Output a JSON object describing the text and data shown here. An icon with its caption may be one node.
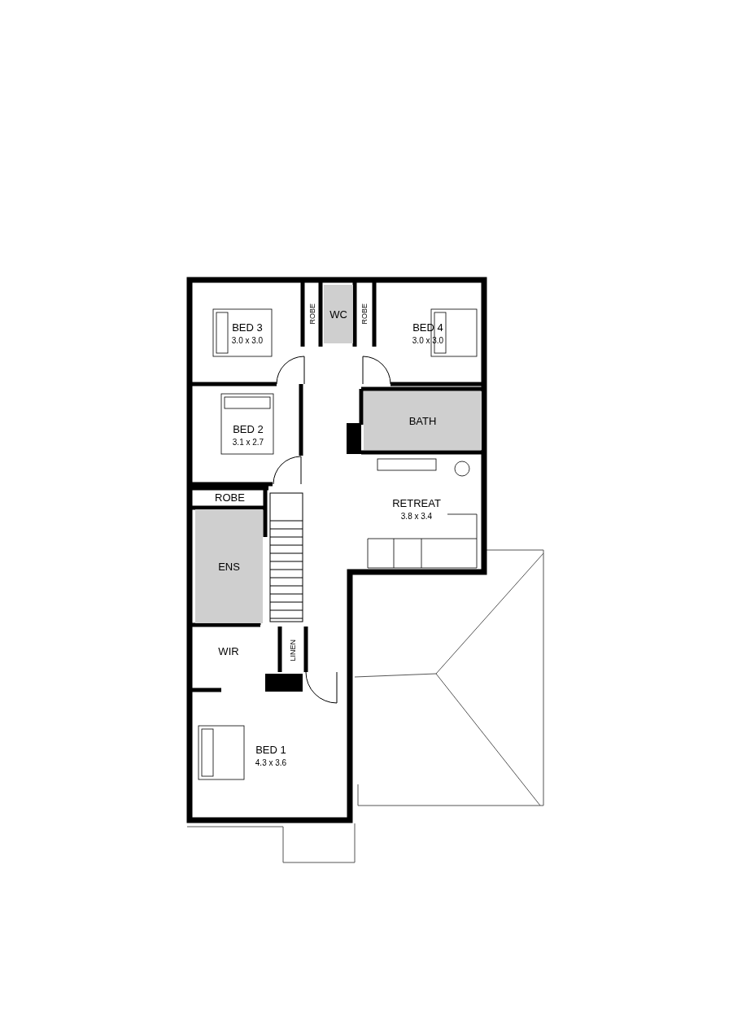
{
  "diagram": {
    "nodes": [
      {
        "text": [
          "BED 3",
          "3.0 x 3.0"
        ]
      },
      {
        "text": [
          "ROBE"
        ]
      },
      {
        "text": [
          "WC"
        ]
      },
      {
        "text": [
          "ROBE"
        ]
      },
      {
        "text": [
          "BED 4",
          "3.0 x 3.0"
        ]
      },
      {
        "text": [
          "BED 2",
          "3.1 x 2.7"
        ]
      },
      {
        "text": [
          "BATH"
        ]
      },
      {
        "text": [
          "RETREAT",
          "3.8 x 3.4"
        ]
      },
      {
        "text": [
          "ROBE"
        ]
      },
      {
        "text": [
          "ENS"
        ]
      },
      {
        "text": [
          "WIR"
        ]
      },
      {
        "text": [
          "LINEN"
        ]
      },
      {
        "text": [
          "BED 1",
          "4.3 x 3.6"
        ]
      }
    ]
  }
}
